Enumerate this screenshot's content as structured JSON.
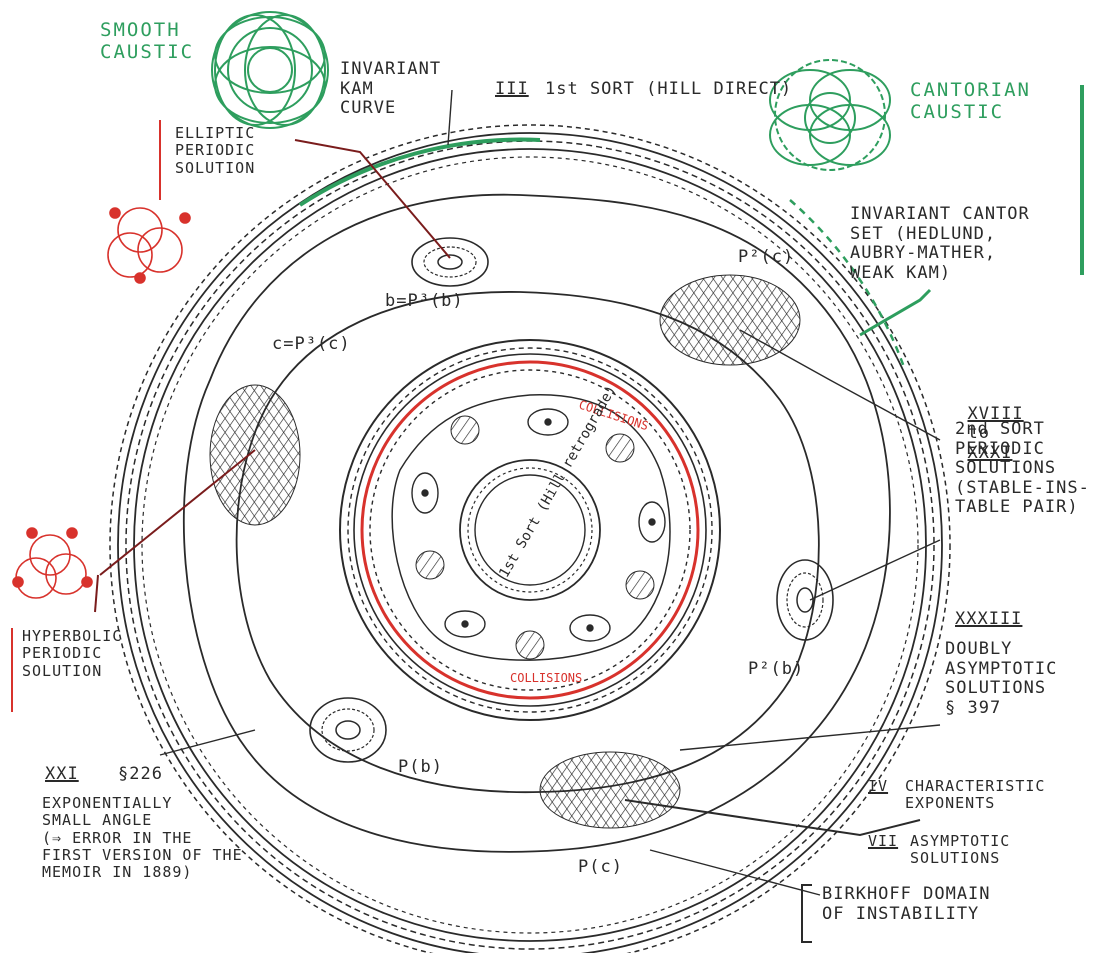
{
  "colors": {
    "ink": "#2a2a2a",
    "green": "#2e9e5e",
    "red": "#d8322c"
  },
  "labels": {
    "smooth_caustic": "SMOOTH\nCAUSTIC",
    "cantorian_caustic": "CANTORIAN\nCAUSTIC",
    "invariant_kam": "INVARIANT\nKAM\nCURVE",
    "sort1_roman": "III",
    "sort1_text": "1st SORT (HILL DIRECT)",
    "elliptic": "ELLIPTIC\nPERIODIC\nSOLUTION",
    "cantor_set": "INVARIANT CANTOR\nSET (HEDLUND,\nAUBRY-MATHER,\nWEAK KAM)",
    "xviii_roman": "XVIII",
    "to_word": "to",
    "xxxi_roman": "XXXI",
    "second_sort": "2nd SORT\nPERIODIC\nSOLUTIONS\n(STABLE-INS-\nTABLE PAIR)",
    "hyperbolic": "HYPERBOLIC\nPERIODIC\nSOLUTION",
    "xxxiii_roman": "XXXIII",
    "doubly": "DOUBLY\nASYMPTOTIC\nSOLUTIONS\n§ 397",
    "xxi_roman": "XXI",
    "xxi_section": "§226",
    "exponentially": "EXPONENTIALLY\nSMALL ANGLE\n(⇒ ERROR IN THE\nFIRST VERSION OF THE\nMEMOIR IN 1889)",
    "iv_roman": "IV",
    "iv_text": "CHARACTERISTIC\nEXPONENTS",
    "vii_roman": "VII",
    "vii_text": "ASYMPTOTIC\nSOLUTIONS",
    "birkhoff": "BIRKHOFF DOMAIN\nOF INSTABILITY",
    "b_p3b": "b=P³(b)",
    "c_p3c": "c=P³(c)",
    "p2c": "P²(c)",
    "p2b": "P²(b)",
    "pb": "P(b)",
    "pc": "P(c)",
    "collisions_top": "COLLISIONS",
    "collisions_bottom": "COLLISIONS",
    "inner_sort": "1st Sort (Hill retrograde)"
  }
}
